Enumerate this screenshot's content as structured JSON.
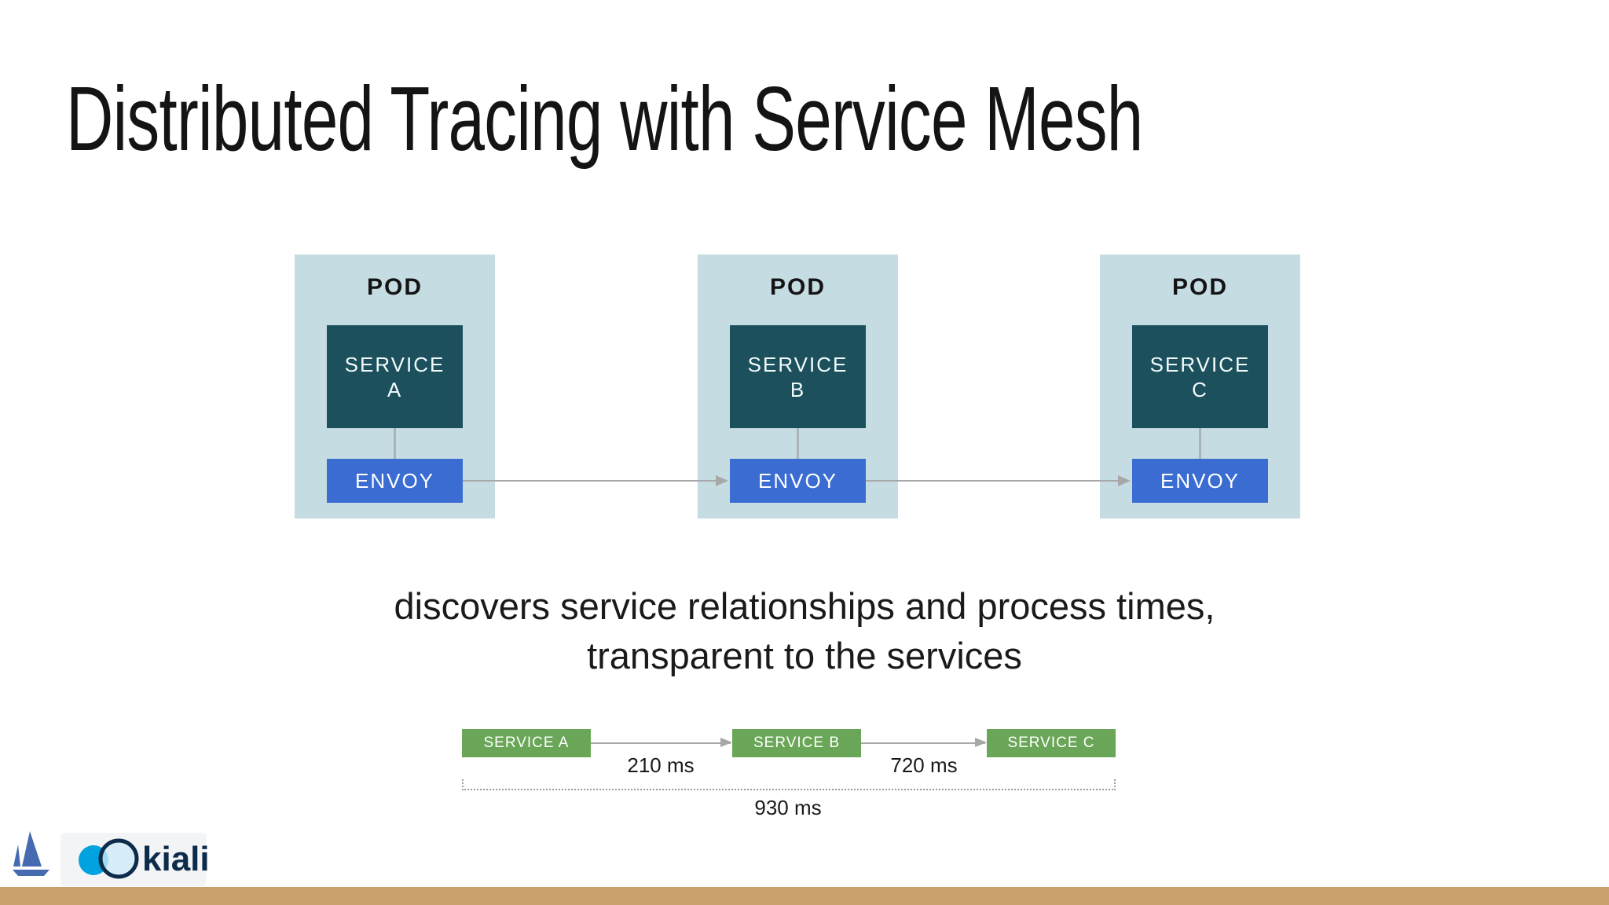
{
  "slide": {
    "title": "Distributed Tracing with Service Mesh",
    "caption_line1": "discovers service relationships and process times,",
    "caption_line2": "transparent to the services"
  },
  "pods": [
    {
      "label": "POD",
      "service_line1": "SERVICE",
      "service_line2": "A",
      "proxy": "ENVOY"
    },
    {
      "label": "POD",
      "service_line1": "SERVICE",
      "service_line2": "B",
      "proxy": "ENVOY"
    },
    {
      "label": "POD",
      "service_line1": "SERVICE",
      "service_line2": "C",
      "proxy": "ENVOY"
    }
  ],
  "trace": {
    "services": [
      "SERVICE A",
      "SERVICE B",
      "SERVICE C"
    ],
    "durations": [
      "210 ms",
      "720 ms"
    ],
    "total": "930 ms"
  },
  "footer": {
    "istio_icon": "istio-sailboat-icon",
    "kiali_icon": "kiali-circles-icon",
    "kiali_wordmark": "kiali"
  },
  "colors": {
    "pod_background": "#c5dce2",
    "service_box": "#1b505c",
    "envoy_box": "#3b6cd2",
    "trace_box_green": "#6aa657",
    "arrow_gray": "#a8a8a8",
    "dotted_gray": "#9b9b9b",
    "bottom_bar_tan": "#c99f6b",
    "istio_blue": "#466bb0",
    "kiali_navy": "#0d2b4a",
    "kiali_blue": "#00a3df",
    "text_dark": "#141414"
  }
}
